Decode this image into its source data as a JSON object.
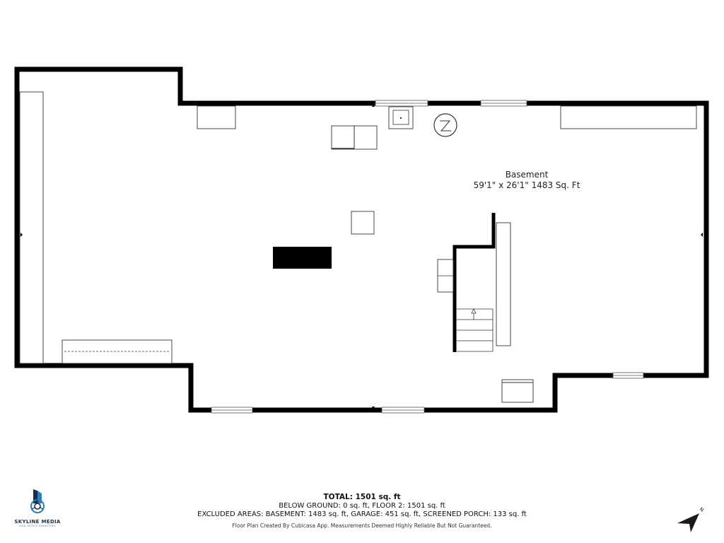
{
  "room": {
    "name": "Basement",
    "dimensions": "59'1\" x 26'1\" 1483 Sq. Ft"
  },
  "summary": {
    "total": "TOTAL: 1501 sq. ft",
    "below_ground": "BELOW GROUND: 0 sq. ft, FLOOR 2: 1501 sq. ft",
    "excluded": "EXCLUDED AREAS: BASEMENT: 1483 sq. ft, GARAGE: 451 sq. ft, SCREENED PORCH: 133 sq. ft",
    "disclaimer": "Floor Plan Created By Cubicasa App. Measurements Deemed Highly Reliable But Not Guaranteed."
  },
  "logo": {
    "brand": "SKYLINE MEDIA",
    "tagline": "REAL ESTATE MARKETING"
  },
  "compass": {
    "label": "N"
  },
  "colors": {
    "wall": "#000000",
    "fixture_stroke": "#333333",
    "brand_blue": "#2a7fbf",
    "brand_navy": "#1a2c4a"
  }
}
